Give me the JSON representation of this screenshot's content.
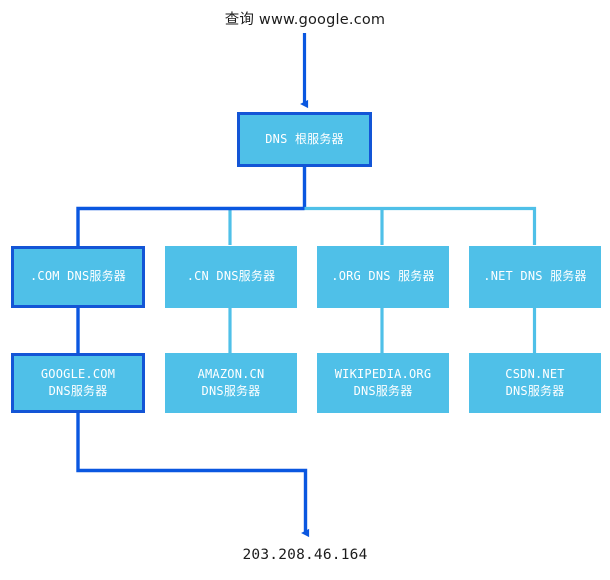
{
  "diagram": {
    "title_caption": "查询 www.google.com",
    "result_caption": "203.208.46.164",
    "colors": {
      "node_fill": "#4fc0e8",
      "node_text": "#ffffff",
      "active_border": "#1355d6",
      "active_wire": "#0a57e0",
      "idle_wire": "#4fc0e8",
      "caption_text": "#1c1c1c",
      "background": "#ffffff"
    },
    "root": {
      "label": "DNS 根服务器",
      "highlighted": true
    },
    "tld_level": [
      {
        "label": ".COM DNS服务器",
        "highlighted": true
      },
      {
        "label": ".CN DNS服务器",
        "highlighted": false
      },
      {
        "label": ".ORG DNS 服务器",
        "highlighted": false
      },
      {
        "label": ".NET DNS 服务器",
        "highlighted": false
      }
    ],
    "authoritative_level": [
      {
        "label": "GOOGLE.COM\nDNS服务器",
        "highlighted": true
      },
      {
        "label": "AMAZON.CN\nDNS服务器",
        "highlighted": false
      },
      {
        "label": "WIKIPEDIA.ORG\nDNS服务器",
        "highlighted": false
      },
      {
        "label": "CSDN.NET\nDNS服务器",
        "highlighted": false
      }
    ]
  }
}
